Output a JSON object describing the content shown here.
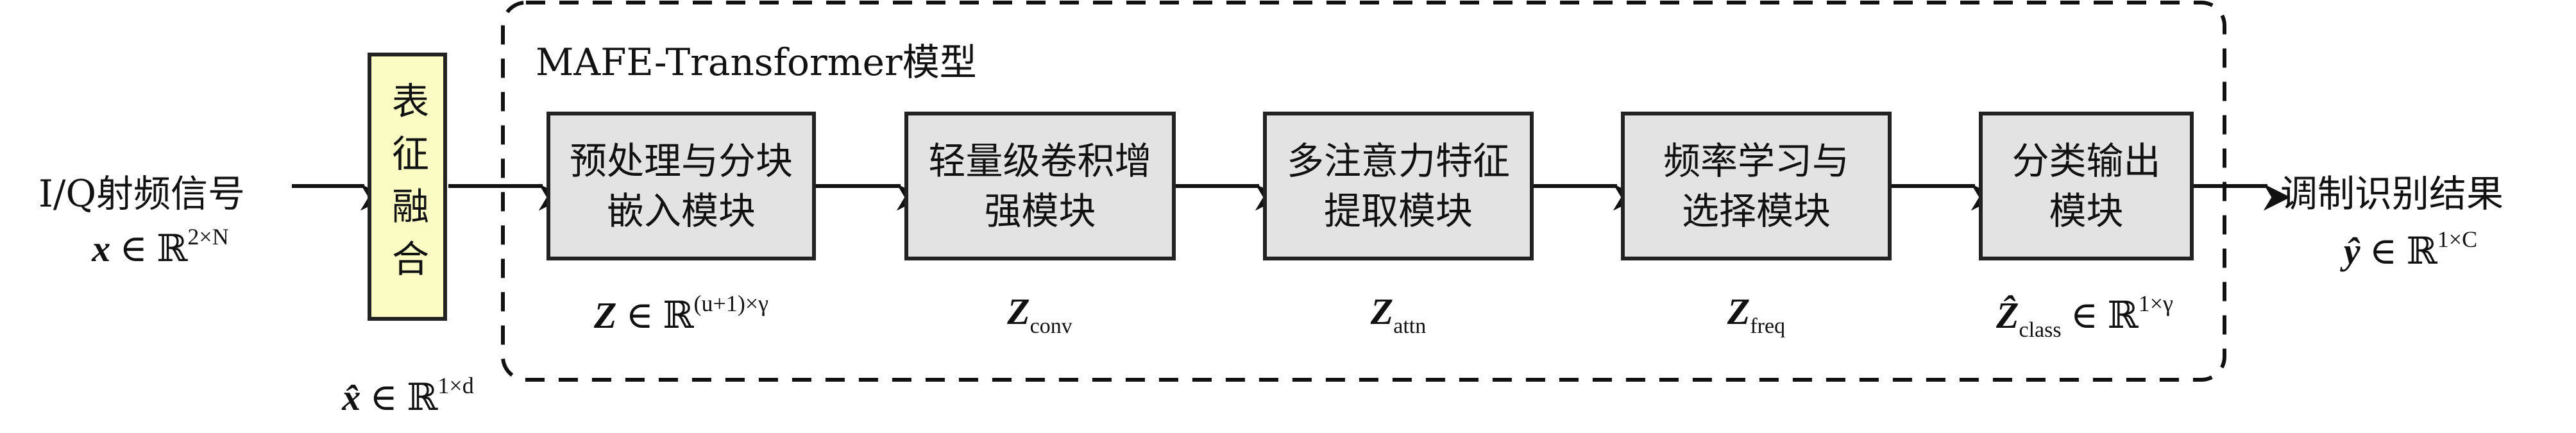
{
  "input": {
    "label": "I/Q射频信号",
    "var": "x",
    "set": "∈ ℝ",
    "dim": "2×N"
  },
  "fusion": {
    "label": "表征融合",
    "var": "x̂",
    "set": "∈ ℝ",
    "dim": "1×d"
  },
  "model": {
    "title": "MAFE-Transformer模型"
  },
  "modules": [
    {
      "line1": "预处理与分块",
      "line2": "嵌入模块",
      "var": "Z",
      "sub": "",
      "set": "∈ ℝ",
      "dim": "(u+1)×γ"
    },
    {
      "line1": "轻量级卷积增",
      "line2": "强模块",
      "var": "Z",
      "sub": "conv",
      "set": "",
      "dim": ""
    },
    {
      "line1": "多注意力特征",
      "line2": "提取模块",
      "var": "Z",
      "sub": "attn",
      "set": "",
      "dim": ""
    },
    {
      "line1": "频率学习与",
      "line2": "选择模块",
      "var": "Z",
      "sub": "freq",
      "set": "",
      "dim": ""
    },
    {
      "line1": "分类输出",
      "line2": "模块",
      "var": "Ẑ",
      "sub": "class",
      "set": "∈ ℝ",
      "dim": "1×γ"
    }
  ],
  "output": {
    "label": "调制识别结果",
    "var": "ŷ",
    "set": "∈ ℝ",
    "dim": "1×C"
  },
  "colors": {
    "module_fill": "#e3e3e3",
    "fusion_fill": "#fbfcc4",
    "stroke": "#222222"
  }
}
